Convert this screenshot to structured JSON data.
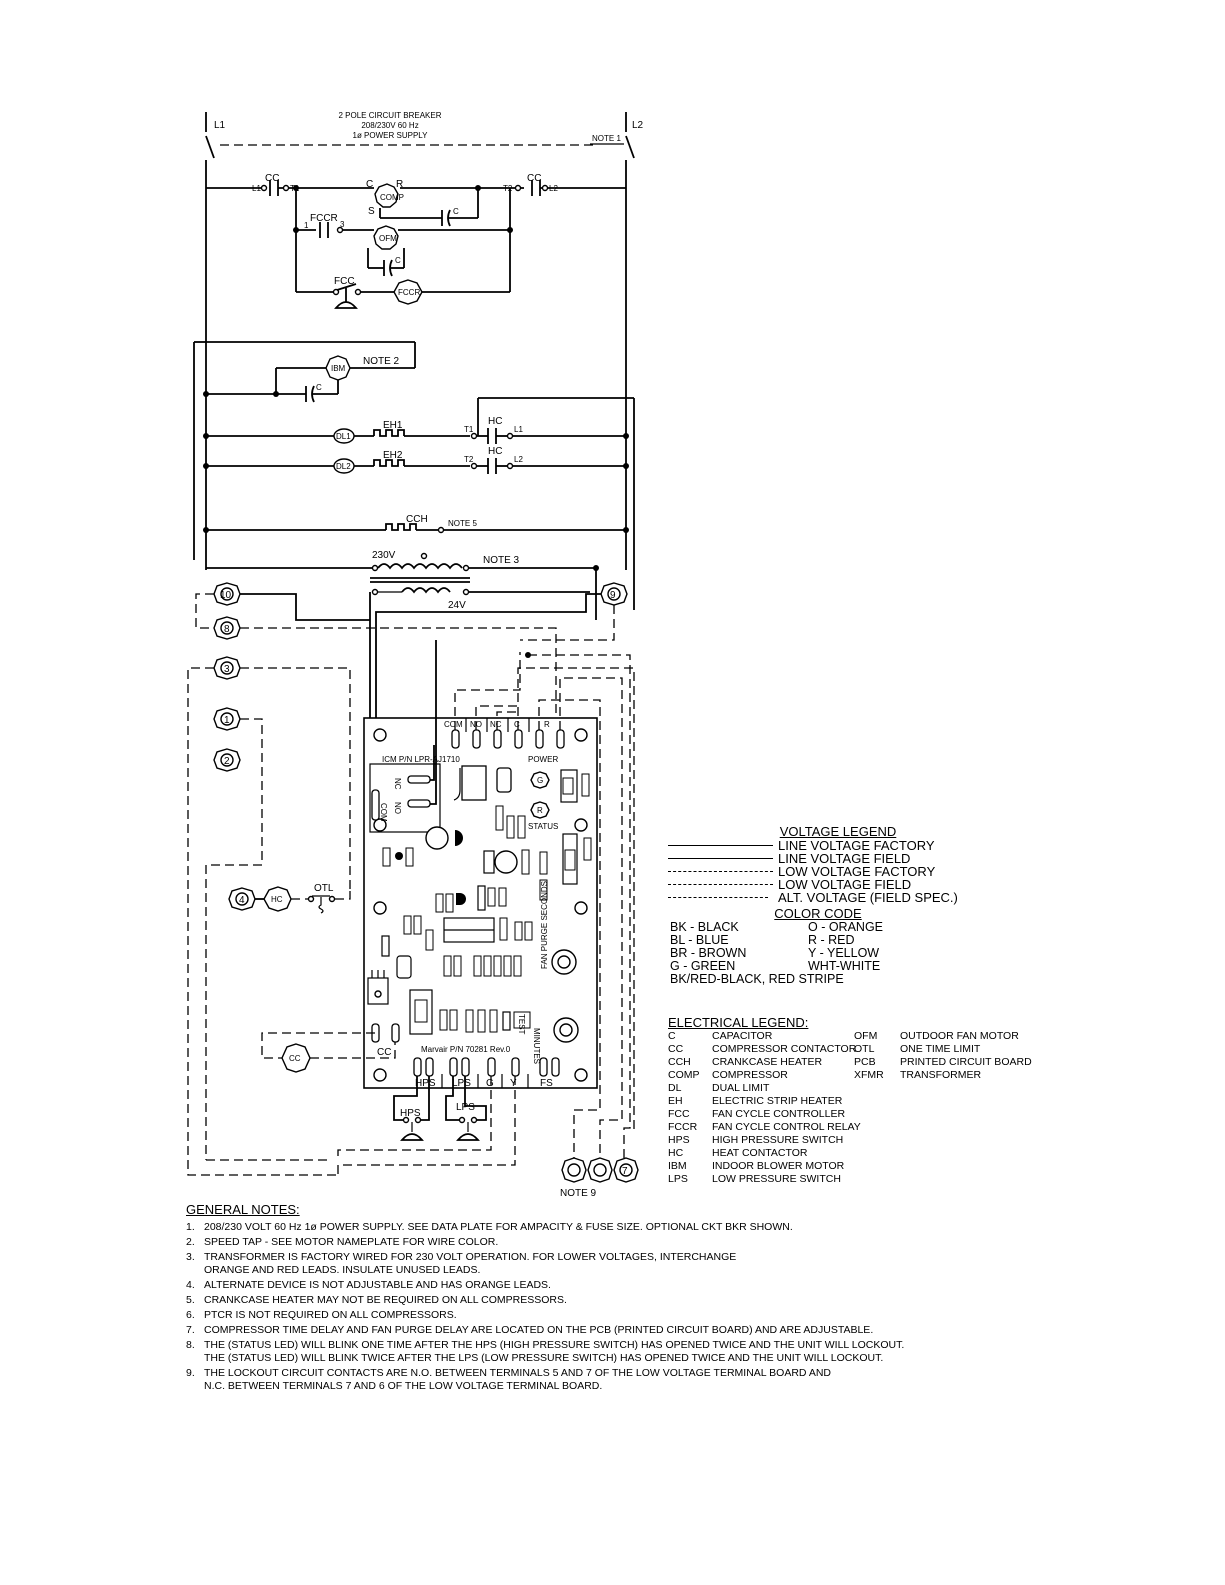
{
  "power": {
    "l1": "L1",
    "l2": "L2",
    "breaker_1": "2 POLE CIRCUIT BREAKER",
    "breaker_2": "208/230V 60 Hz",
    "breaker_3": "1ø POWER SUPPLY",
    "note_1": "NOTE 1"
  },
  "labels": {
    "cc": "CC",
    "l1_term": "L1",
    "t1": "T1",
    "t2": "T2",
    "l2_term": "L2",
    "comp_c": "C",
    "comp_r": "R",
    "comp_s": "S",
    "comp": "COMP",
    "cap_c": "C",
    "fccr": "FCCR",
    "fccr_1": "1",
    "fccr_3": "3",
    "ofm": "OFM",
    "fcc": "FCC",
    "ibm": "IBM",
    "note_2": "NOTE 2",
    "hc": "HC",
    "dl1": "DL1",
    "dl2": "DL2",
    "eh1": "EH1",
    "eh2": "EH2",
    "cch": "CCH",
    "note_5": "NOTE 5",
    "v230": "230V",
    "note_3": "NOTE 3",
    "v24": "24V",
    "t10": "10",
    "t9": "9",
    "t8": "8",
    "t3": "3",
    "t1b": "1",
    "t2b": "2",
    "t4": "4",
    "otl": "OTL",
    "t7": "7",
    "note_9": "NOTE 9",
    "hps": "HPS",
    "lps": "LPS"
  },
  "pcb": {
    "top_terminals": [
      "COM",
      "NO",
      "NC",
      "C",
      "R"
    ],
    "relay_part": "ICM P/N LPR-AJ1710",
    "relay_nc": "NC",
    "relay_no": "NO",
    "relay_com": "COM",
    "power": "POWER",
    "status": "STATUS",
    "led_g": "G",
    "led_r": "R",
    "board_part": "Marvair P/N 70281 Rev.0",
    "bottom_terminals": [
      "HPS",
      "LPS",
      "G",
      "Y",
      "FS"
    ],
    "minutes": "MINUTES",
    "fan_purge": "FAN PURGE SECONDS",
    "test": "TEST"
  },
  "voltage_legend": {
    "title": "VOLTAGE LEGEND",
    "items": [
      "LINE VOLTAGE FACTORY",
      "LINE VOLTAGE FIELD",
      "LOW VOLTAGE FACTORY",
      "LOW VOLTAGE FIELD",
      "ALT. VOLTAGE (FIELD SPEC.)"
    ]
  },
  "color_code": {
    "title": "COLOR CODE",
    "rows": [
      [
        "BK - BLACK",
        "O - ORANGE"
      ],
      [
        "BL - BLUE",
        "R - RED"
      ],
      [
        "BR - BROWN",
        "Y - YELLOW"
      ],
      [
        "G - GREEN",
        "WHT-WHITE"
      ]
    ],
    "last": "BK/RED-BLACK, RED STRIPE"
  },
  "electrical_legend": {
    "title": "ELECTRICAL LEGEND:",
    "left": [
      [
        "C",
        "CAPACITOR"
      ],
      [
        "CC",
        "COMPRESSOR CONTACTOR"
      ],
      [
        "CCH",
        "CRANKCASE HEATER"
      ],
      [
        "COMP",
        "COMPRESSOR"
      ],
      [
        "DL",
        "DUAL LIMIT"
      ],
      [
        "EH",
        "ELECTRIC STRIP HEATER"
      ],
      [
        "FCC",
        "FAN CYCLE CONTROLLER"
      ],
      [
        "FCCR",
        "FAN CYCLE CONTROL RELAY"
      ],
      [
        "HPS",
        "HIGH PRESSURE SWITCH"
      ],
      [
        "HC",
        "HEAT CONTACTOR"
      ],
      [
        "IBM",
        "INDOOR BLOWER MOTOR"
      ],
      [
        "LPS",
        "LOW PRESSURE SWITCH"
      ]
    ],
    "right": [
      [
        "OFM",
        "OUTDOOR FAN MOTOR"
      ],
      [
        "OTL",
        "ONE TIME LIMIT"
      ],
      [
        "PCB",
        "PRINTED CIRCUIT BOARD"
      ],
      [
        "XFMR",
        "TRANSFORMER"
      ]
    ]
  },
  "general_notes": {
    "title": "GENERAL NOTES:",
    "items": [
      {
        "n": "1.",
        "lines": [
          "208/230 VOLT 60 Hz 1ø POWER SUPPLY. SEE DATA PLATE FOR AMPACITY & FUSE SIZE. OPTIONAL CKT BKR SHOWN."
        ]
      },
      {
        "n": "2.",
        "lines": [
          "SPEED TAP - SEE MOTOR NAMEPLATE FOR WIRE COLOR."
        ]
      },
      {
        "n": "3.",
        "lines": [
          "TRANSFORMER IS FACTORY WIRED FOR 230 VOLT OPERATION. FOR LOWER VOLTAGES, INTERCHANGE",
          "ORANGE AND RED LEADS. INSULATE UNUSED LEADS."
        ]
      },
      {
        "n": "4.",
        "lines": [
          "ALTERNATE DEVICE IS NOT ADJUSTABLE AND HAS ORANGE LEADS."
        ]
      },
      {
        "n": "5.",
        "lines": [
          "CRANKCASE HEATER MAY NOT BE REQUIRED ON ALL COMPRESSORS."
        ]
      },
      {
        "n": "6.",
        "lines": [
          "PTCR IS NOT REQUIRED ON ALL COMPRESSORS."
        ]
      },
      {
        "n": "7.",
        "lines": [
          "COMPRESSOR TIME DELAY AND FAN PURGE DELAY ARE LOCATED ON THE PCB (PRINTED CIRCUIT BOARD) AND ARE ADJUSTABLE."
        ]
      },
      {
        "n": "8.",
        "lines": [
          "THE (STATUS LED) WILL BLINK ONE TIME AFTER THE HPS (HIGH PRESSURE SWITCH) HAS OPENED TWICE AND THE UNIT WILL LOCKOUT.",
          "THE (STATUS LED) WILL BLINK TWICE AFTER THE LPS (LOW PRESSURE SWITCH) HAS OPENED TWICE AND THE UNIT WILL LOCKOUT."
        ]
      },
      {
        "n": "9.",
        "lines": [
          "THE LOCKOUT CIRCUIT CONTACTS ARE N.O. BETWEEN TERMINALS 5 AND 7 OF THE LOW VOLTAGE TERMINAL BOARD AND",
          "N.C. BETWEEN TERMINALS 7 AND 6 OF THE LOW VOLTAGE TERMINAL BOARD."
        ]
      }
    ]
  }
}
